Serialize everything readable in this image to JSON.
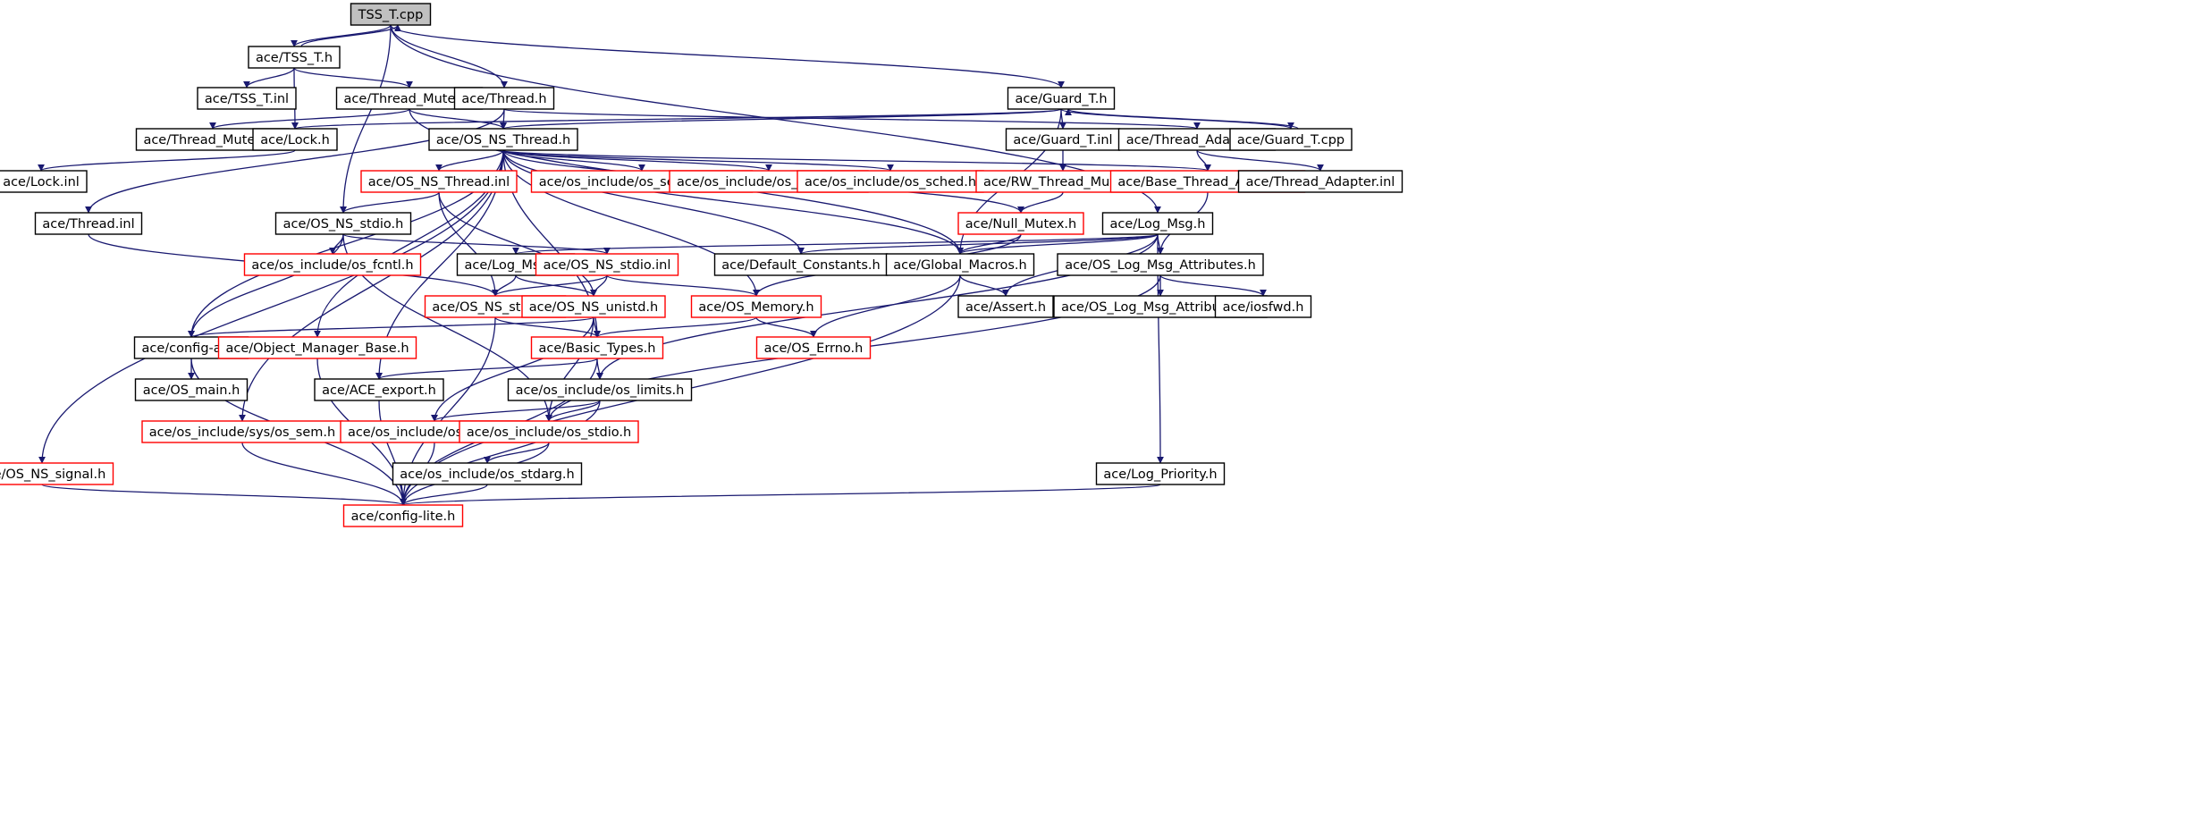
{
  "colors": {
    "edge": "#191970",
    "border_normal": "#000000",
    "border_incomplete": "#ff0000",
    "fill_root": "#c0c0c0",
    "fill_normal": "#ffffff"
  },
  "nodes": [
    {
      "id": "root",
      "label": "TSS_T.cpp",
      "kind": "root"
    },
    {
      "id": "tss_h",
      "label": "ace/TSS_T.h",
      "kind": "normal"
    },
    {
      "id": "tss_inl",
      "label": "ace/TSS_T.inl",
      "kind": "normal"
    },
    {
      "id": "thread_mutex_h",
      "label": "ace/Thread_Mutex.h",
      "kind": "normal"
    },
    {
      "id": "thread_h",
      "label": "ace/Thread.h",
      "kind": "normal"
    },
    {
      "id": "guard_h",
      "label": "ace/Guard_T.h",
      "kind": "normal"
    },
    {
      "id": "thread_mutex_inl",
      "label": "ace/Thread_Mutex.inl",
      "kind": "normal"
    },
    {
      "id": "lock_h",
      "label": "ace/Lock.h",
      "kind": "normal"
    },
    {
      "id": "os_ns_thread_h",
      "label": "ace/OS_NS_Thread.h",
      "kind": "normal"
    },
    {
      "id": "guard_inl",
      "label": "ace/Guard_T.inl",
      "kind": "normal"
    },
    {
      "id": "thread_adapter_h",
      "label": "ace/Thread_Adapter.h",
      "kind": "normal"
    },
    {
      "id": "guard_cpp",
      "label": "ace/Guard_T.cpp",
      "kind": "normal"
    },
    {
      "id": "lock_inl",
      "label": "ace/Lock.inl",
      "kind": "normal"
    },
    {
      "id": "os_ns_thread_inl",
      "label": "ace/OS_NS_Thread.inl",
      "kind": "incomplete"
    },
    {
      "id": "os_semaphore",
      "label": "ace/os_include/os_semaphore.h",
      "kind": "incomplete"
    },
    {
      "id": "os_pthread",
      "label": "ace/os_include/os_pthread.h",
      "kind": "incomplete"
    },
    {
      "id": "os_sched",
      "label": "ace/os_include/os_sched.h",
      "kind": "incomplete"
    },
    {
      "id": "rw_thread_mutex",
      "label": "ace/RW_Thread_Mutex.h",
      "kind": "incomplete"
    },
    {
      "id": "base_thread_adapter",
      "label": "ace/Base_Thread_Adapter.h",
      "kind": "incomplete"
    },
    {
      "id": "thread_adapter_inl",
      "label": "ace/Thread_Adapter.inl",
      "kind": "normal"
    },
    {
      "id": "thread_inl",
      "label": "ace/Thread.inl",
      "kind": "normal"
    },
    {
      "id": "os_ns_stdio_h",
      "label": "ace/OS_NS_stdio.h",
      "kind": "normal"
    },
    {
      "id": "null_mutex",
      "label": "ace/Null_Mutex.h",
      "kind": "incomplete"
    },
    {
      "id": "log_msg_h",
      "label": "ace/Log_Msg.h",
      "kind": "normal"
    },
    {
      "id": "os_fcntl",
      "label": "ace/os_include/os_fcntl.h",
      "kind": "incomplete"
    },
    {
      "id": "log_msg_inl",
      "label": "ace/Log_Msg.inl",
      "kind": "normal"
    },
    {
      "id": "os_ns_stdio_inl",
      "label": "ace/OS_NS_stdio.inl",
      "kind": "incomplete"
    },
    {
      "id": "default_constants",
      "label": "ace/Default_Constants.h",
      "kind": "normal"
    },
    {
      "id": "global_macros",
      "label": "ace/Global_Macros.h",
      "kind": "normal"
    },
    {
      "id": "os_log_msg_attr_h",
      "label": "ace/OS_Log_Msg_Attributes.h",
      "kind": "normal"
    },
    {
      "id": "os_ns_string",
      "label": "ace/OS_NS_string.h",
      "kind": "incomplete"
    },
    {
      "id": "os_ns_unistd",
      "label": "ace/OS_NS_unistd.h",
      "kind": "incomplete"
    },
    {
      "id": "os_memory",
      "label": "ace/OS_Memory.h",
      "kind": "incomplete"
    },
    {
      "id": "assert_h",
      "label": "ace/Assert.h",
      "kind": "normal"
    },
    {
      "id": "os_log_msg_attr_inl",
      "label": "ace/OS_Log_Msg_Attributes.inl",
      "kind": "normal"
    },
    {
      "id": "iosfwd",
      "label": "ace/iosfwd.h",
      "kind": "normal"
    },
    {
      "id": "config_all",
      "label": "ace/config-all.h",
      "kind": "normal"
    },
    {
      "id": "object_manager_base",
      "label": "ace/Object_Manager_Base.h",
      "kind": "incomplete"
    },
    {
      "id": "basic_types",
      "label": "ace/Basic_Types.h",
      "kind": "incomplete"
    },
    {
      "id": "os_errno",
      "label": "ace/OS_Errno.h",
      "kind": "incomplete"
    },
    {
      "id": "os_main",
      "label": "ace/OS_main.h",
      "kind": "normal"
    },
    {
      "id": "ace_export",
      "label": "ace/ACE_export.h",
      "kind": "normal"
    },
    {
      "id": "os_limits",
      "label": "ace/os_include/os_limits.h",
      "kind": "normal"
    },
    {
      "id": "sys_os_sem",
      "label": "ace/os_include/sys/os_sem.h",
      "kind": "incomplete"
    },
    {
      "id": "os_unistd",
      "label": "ace/os_include/os_unistd.h",
      "kind": "incomplete"
    },
    {
      "id": "os_stdio",
      "label": "ace/os_include/os_stdio.h",
      "kind": "incomplete"
    },
    {
      "id": "os_stdarg",
      "label": "ace/os_include/os_stdarg.h",
      "kind": "normal"
    },
    {
      "id": "os_ns_signal",
      "label": "ace/OS_NS_signal.h",
      "kind": "incomplete"
    },
    {
      "id": "log_priority",
      "label": "ace/Log_Priority.h",
      "kind": "normal"
    },
    {
      "id": "config_lite",
      "label": "ace/config-lite.h",
      "kind": "incomplete"
    }
  ],
  "edges": [
    [
      "root",
      "tss_h"
    ],
    [
      "root",
      "thread_h"
    ],
    [
      "root",
      "guard_h"
    ],
    [
      "root",
      "log_msg_h"
    ],
    [
      "root",
      "os_ns_stdio_h"
    ],
    [
      "tss_h",
      "root"
    ],
    [
      "tss_h",
      "tss_inl"
    ],
    [
      "tss_h",
      "thread_mutex_h"
    ],
    [
      "tss_h",
      "lock_h"
    ],
    [
      "thread_mutex_h",
      "thread_mutex_inl"
    ],
    [
      "thread_mutex_h",
      "os_ns_thread_h"
    ],
    [
      "thread_mutex_h",
      "global_macros"
    ],
    [
      "thread_h",
      "os_ns_thread_h"
    ],
    [
      "thread_h",
      "thread_adapter_h"
    ],
    [
      "thread_h",
      "thread_inl"
    ],
    [
      "guard_h",
      "lock_h"
    ],
    [
      "guard_h",
      "os_ns_thread_h"
    ],
    [
      "guard_h",
      "guard_inl"
    ],
    [
      "guard_h",
      "guard_cpp"
    ],
    [
      "guard_h",
      "global_macros"
    ],
    [
      "guard_cpp",
      "guard_h"
    ],
    [
      "lock_h",
      "lock_inl"
    ],
    [
      "guard_inl",
      "rw_thread_mutex"
    ],
    [
      "rw_thread_mutex",
      "null_mutex"
    ],
    [
      "thread_adapter_h",
      "base_thread_adapter"
    ],
    [
      "thread_adapter_h",
      "thread_adapter_inl"
    ],
    [
      "base_thread_adapter",
      "os_log_msg_attr_h"
    ],
    [
      "os_ns_thread_h",
      "os_ns_thread_inl"
    ],
    [
      "os_ns_thread_h",
      "os_semaphore"
    ],
    [
      "os_ns_thread_h",
      "os_pthread"
    ],
    [
      "os_ns_thread_h",
      "os_sched"
    ],
    [
      "os_ns_thread_h",
      "base_thread_adapter"
    ],
    [
      "os_ns_thread_h",
      "null_mutex"
    ],
    [
      "os_ns_thread_h",
      "default_constants"
    ],
    [
      "os_ns_thread_h",
      "global_macros"
    ],
    [
      "os_ns_thread_h",
      "os_memory"
    ],
    [
      "os_ns_thread_h",
      "basic_types"
    ],
    [
      "os_ns_thread_h",
      "config_all"
    ],
    [
      "os_ns_thread_h",
      "object_manager_base"
    ],
    [
      "os_ns_thread_h",
      "ace_export"
    ],
    [
      "os_ns_thread_h",
      "sys_os_sem"
    ],
    [
      "os_ns_thread_h",
      "os_ns_signal"
    ],
    [
      "os_ns_thread_inl",
      "os_ns_stdio_h"
    ],
    [
      "os_ns_thread_inl",
      "os_ns_string"
    ],
    [
      "os_ns_thread_inl",
      "os_ns_unistd"
    ],
    [
      "null_mutex",
      "global_macros"
    ],
    [
      "null_mutex",
      "os_memory"
    ],
    [
      "thread_inl",
      "os_ns_string"
    ],
    [
      "os_ns_stdio_h",
      "os_fcntl"
    ],
    [
      "os_ns_stdio_h",
      "os_ns_stdio_inl"
    ],
    [
      "os_ns_stdio_h",
      "config_all"
    ],
    [
      "os_ns_stdio_h",
      "os_stdio"
    ],
    [
      "log_msg_h",
      "log_msg_inl"
    ],
    [
      "log_msg_h",
      "default_constants"
    ],
    [
      "log_msg_h",
      "global_macros"
    ],
    [
      "log_msg_h",
      "os_log_msg_attr_h"
    ],
    [
      "log_msg_h",
      "assert_h"
    ],
    [
      "log_msg_h",
      "os_limits"
    ],
    [
      "log_msg_h",
      "log_priority"
    ],
    [
      "log_msg_inl",
      "os_ns_string"
    ],
    [
      "log_msg_inl",
      "os_ns_unistd"
    ],
    [
      "os_ns_stdio_inl",
      "os_ns_string"
    ],
    [
      "os_ns_stdio_inl",
      "os_ns_unistd"
    ],
    [
      "os_ns_stdio_inl",
      "os_memory"
    ],
    [
      "global_macros",
      "assert_h"
    ],
    [
      "global_macros",
      "os_errno"
    ],
    [
      "global_macros",
      "config_lite"
    ],
    [
      "os_log_msg_attr_h",
      "os_log_msg_attr_inl"
    ],
    [
      "os_log_msg_attr_h",
      "iosfwd"
    ],
    [
      "os_log_msg_attr_h",
      "os_stdio"
    ],
    [
      "os_ns_string",
      "basic_types"
    ],
    [
      "os_ns_string",
      "config_lite"
    ],
    [
      "os_ns_unistd",
      "basic_types"
    ],
    [
      "os_ns_unistd",
      "config_all"
    ],
    [
      "os_ns_unistd",
      "os_unistd"
    ],
    [
      "os_ns_unistd",
      "os_stdio"
    ],
    [
      "os_memory",
      "basic_types"
    ],
    [
      "os_memory",
      "os_errno"
    ],
    [
      "config_all",
      "os_main"
    ],
    [
      "config_all",
      "config_lite"
    ],
    [
      "object_manager_base",
      "config_lite"
    ],
    [
      "basic_types",
      "ace_export"
    ],
    [
      "basic_types",
      "os_limits"
    ],
    [
      "basic_types",
      "config_lite"
    ],
    [
      "ace_export",
      "config_lite"
    ],
    [
      "os_limits",
      "os_unistd"
    ],
    [
      "os_limits",
      "os_stdio"
    ],
    [
      "os_limits",
      "config_lite"
    ],
    [
      "sys_os_sem",
      "config_lite"
    ],
    [
      "os_unistd",
      "config_lite"
    ],
    [
      "os_stdio",
      "os_stdarg"
    ],
    [
      "os_stdio",
      "config_lite"
    ],
    [
      "os_stdarg",
      "config_lite"
    ],
    [
      "os_ns_signal",
      "config_lite"
    ],
    [
      "log_priority",
      "config_lite"
    ]
  ]
}
